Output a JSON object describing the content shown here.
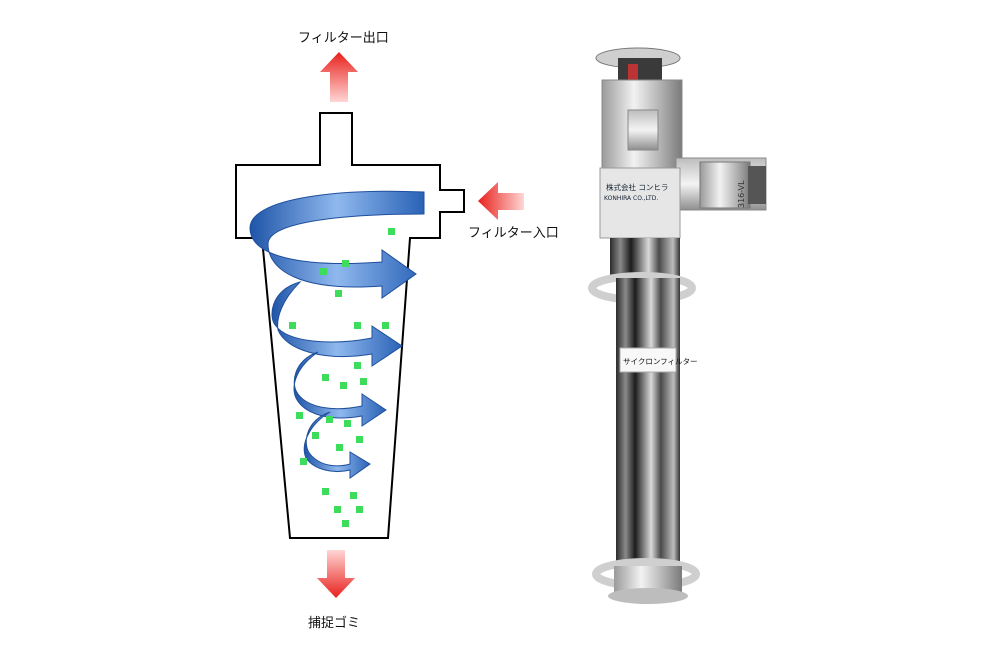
{
  "diagram": {
    "outlet_label": "フィルター出口",
    "inlet_label": "フィルター入口",
    "dust_label": "捕捉ゴミ",
    "colors": {
      "arrow_red": "#e8201c",
      "swirl_blue": "#2a62b6",
      "particle_green": "#3ddc5a",
      "outline": "#000000"
    }
  },
  "photo": {
    "label_plate_company": "株式会社 コンヒラ",
    "label_plate_company_en": "KONHIRA CO.,LTD.",
    "sticker_text": "サイクロンフィルター",
    "side_marking": "316-VL"
  }
}
